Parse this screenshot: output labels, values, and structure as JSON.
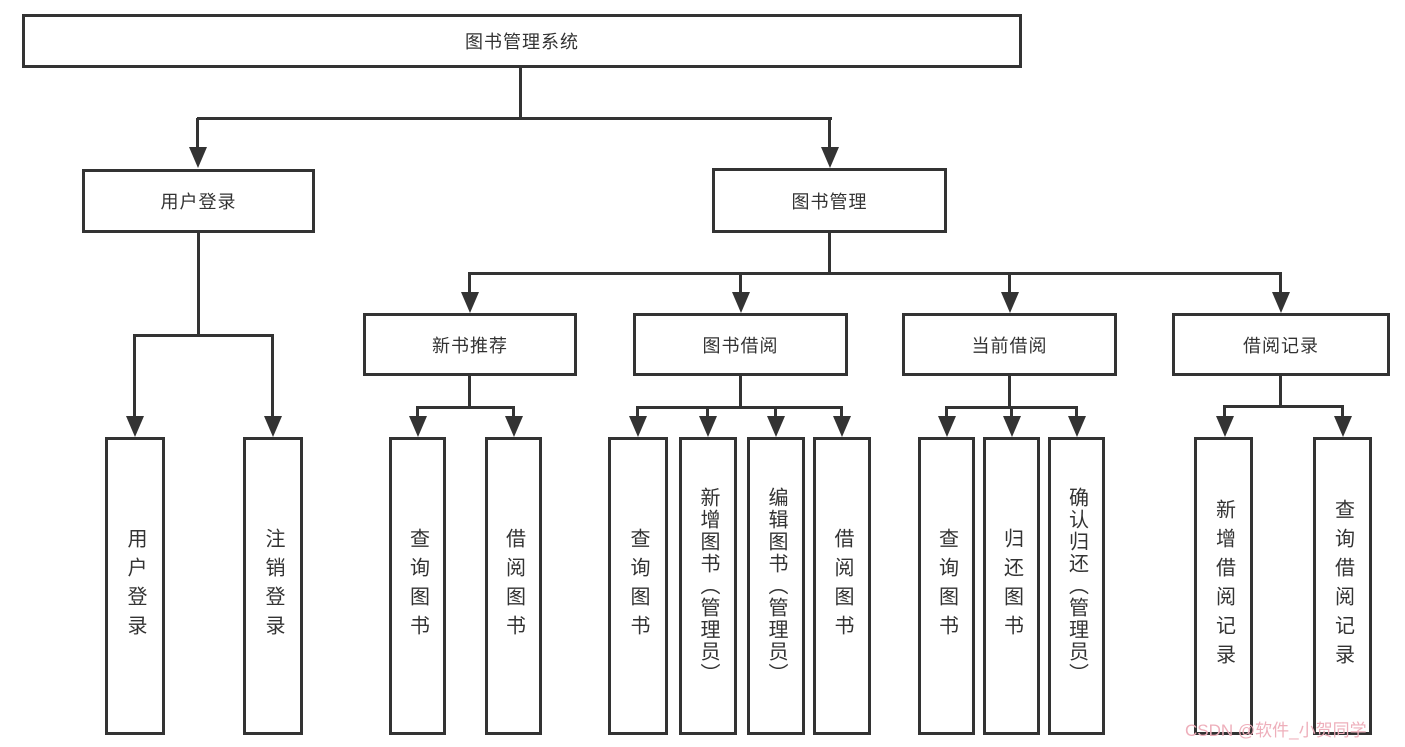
{
  "diagram": {
    "title": "图书管理系统",
    "root": {
      "label": "图书管理系统"
    },
    "level2": [
      {
        "label": "用户登录"
      },
      {
        "label": "图书管理"
      }
    ],
    "level3": [
      {
        "label": "新书推荐"
      },
      {
        "label": "图书借阅"
      },
      {
        "label": "当前借阅"
      },
      {
        "label": "借阅记录"
      }
    ],
    "leaves": [
      {
        "label": "用户登录",
        "parent": "用户登录"
      },
      {
        "label": "注销登录",
        "parent": "用户登录"
      },
      {
        "label": "查询图书",
        "parent": "新书推荐"
      },
      {
        "label": "借阅图书",
        "parent": "新书推荐"
      },
      {
        "label": "查询图书",
        "parent": "图书借阅"
      },
      {
        "label": "新增图书（管理员）",
        "parent": "图书借阅"
      },
      {
        "label": "编辑图书（管理员）",
        "parent": "图书借阅"
      },
      {
        "label": "借阅图书",
        "parent": "图书借阅"
      },
      {
        "label": "查询图书",
        "parent": "当前借阅"
      },
      {
        "label": "归还图书",
        "parent": "当前借阅"
      },
      {
        "label": "确认归还（管理员）",
        "parent": "当前借阅"
      },
      {
        "label": "新增借阅记录",
        "parent": "借阅记录"
      },
      {
        "label": "查询借阅记录",
        "parent": "借阅记录"
      }
    ]
  },
  "watermark": "CSDN @软件_小贺同学",
  "colors": {
    "line": "#333333",
    "text": "#333333",
    "box_fill": "#ffffff",
    "background": "#ffffff",
    "watermark": "#eeafbb"
  }
}
